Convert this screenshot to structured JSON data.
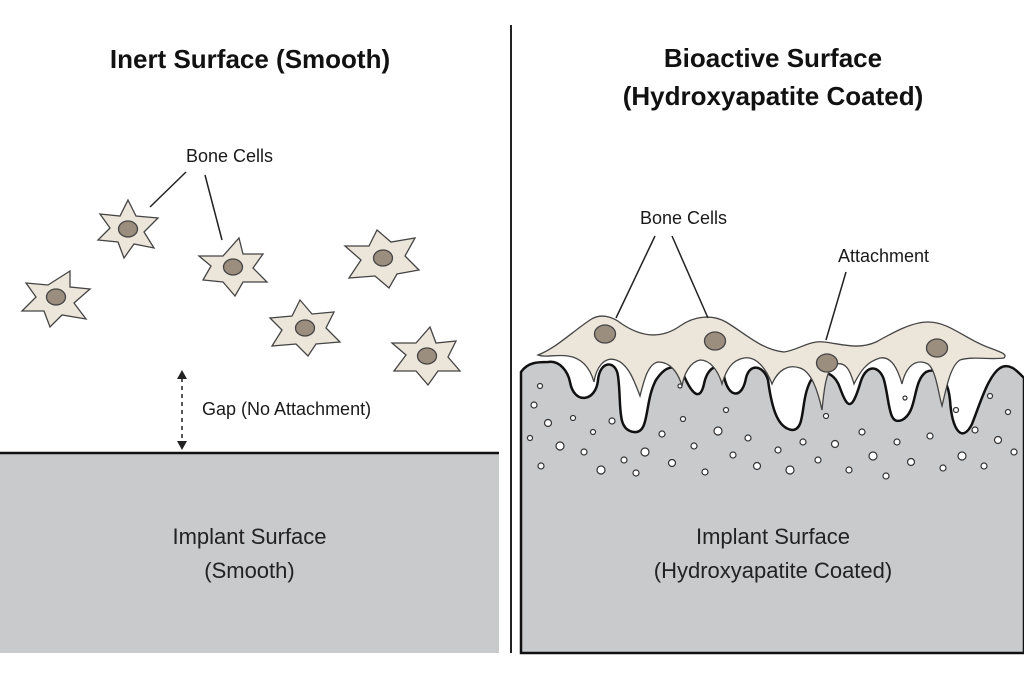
{
  "colors": {
    "background": "#ffffff",
    "implant": "#c9cacc",
    "cell_body": "#ece5da",
    "cell_nucleus": "#9c8e7e",
    "outline": "#333333"
  },
  "left_panel": {
    "title": "Inert Surface (Smooth)",
    "cells_label": "Bone Cells",
    "gap_label": "Gap (No Attachment)",
    "surface_label_line1": "Implant Surface",
    "surface_label_line2": "(Smooth)"
  },
  "right_panel": {
    "title_line1": "Bioactive Surface",
    "title_line2": "(Hydroxyapatite Coated)",
    "cells_label": "Bone Cells",
    "attachment_label": "Attachment",
    "surface_label_line1": "Implant Surface",
    "surface_label_line2": "(Hydroxyapatite Coated)"
  }
}
